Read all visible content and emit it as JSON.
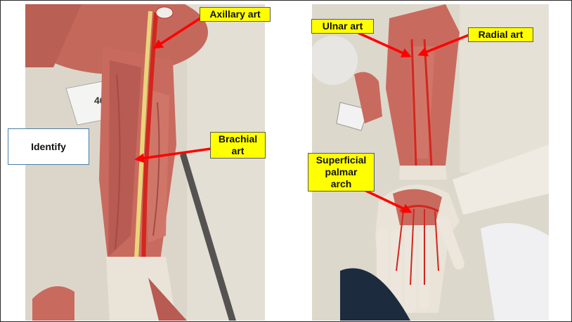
{
  "slide": {
    "identify_text": "Identify",
    "labels": {
      "axillary": "Axillary art",
      "brachial_line1": "Brachial",
      "brachial_line2": "art",
      "ulnar": "Ulnar art",
      "radial": "Radial art",
      "palmar_line1": "Superficial",
      "palmar_line2": "palmar",
      "palmar_line3": "arch"
    },
    "card_number": "46"
  },
  "colors": {
    "label_fill": "#ffff00",
    "arrow": "#ff0000",
    "muscle": "#c96a5f",
    "tendon": "#e9e3d8",
    "table": "#ddd8cc",
    "artery": "#d3261e",
    "nerve": "#e9d47a"
  }
}
